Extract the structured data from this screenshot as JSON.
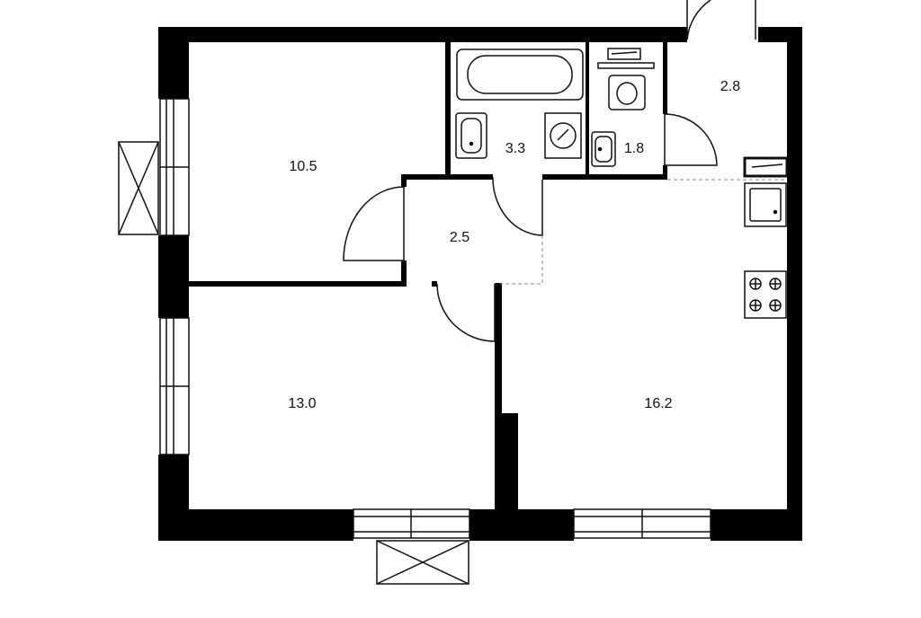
{
  "plan": {
    "rooms": [
      {
        "id": "bedroom-1",
        "area": "10.5"
      },
      {
        "id": "bathroom",
        "area": "3.3"
      },
      {
        "id": "toilet",
        "area": "1.8"
      },
      {
        "id": "entry-hall",
        "area": "2.8"
      },
      {
        "id": "corridor",
        "area": "2.5"
      },
      {
        "id": "bedroom-2",
        "area": "13.0"
      },
      {
        "id": "kitchen-living",
        "area": "16.2"
      }
    ],
    "colors": {
      "wall": "#000000",
      "line": "#111111",
      "background": "#ffffff",
      "dashed": "#888888"
    }
  }
}
